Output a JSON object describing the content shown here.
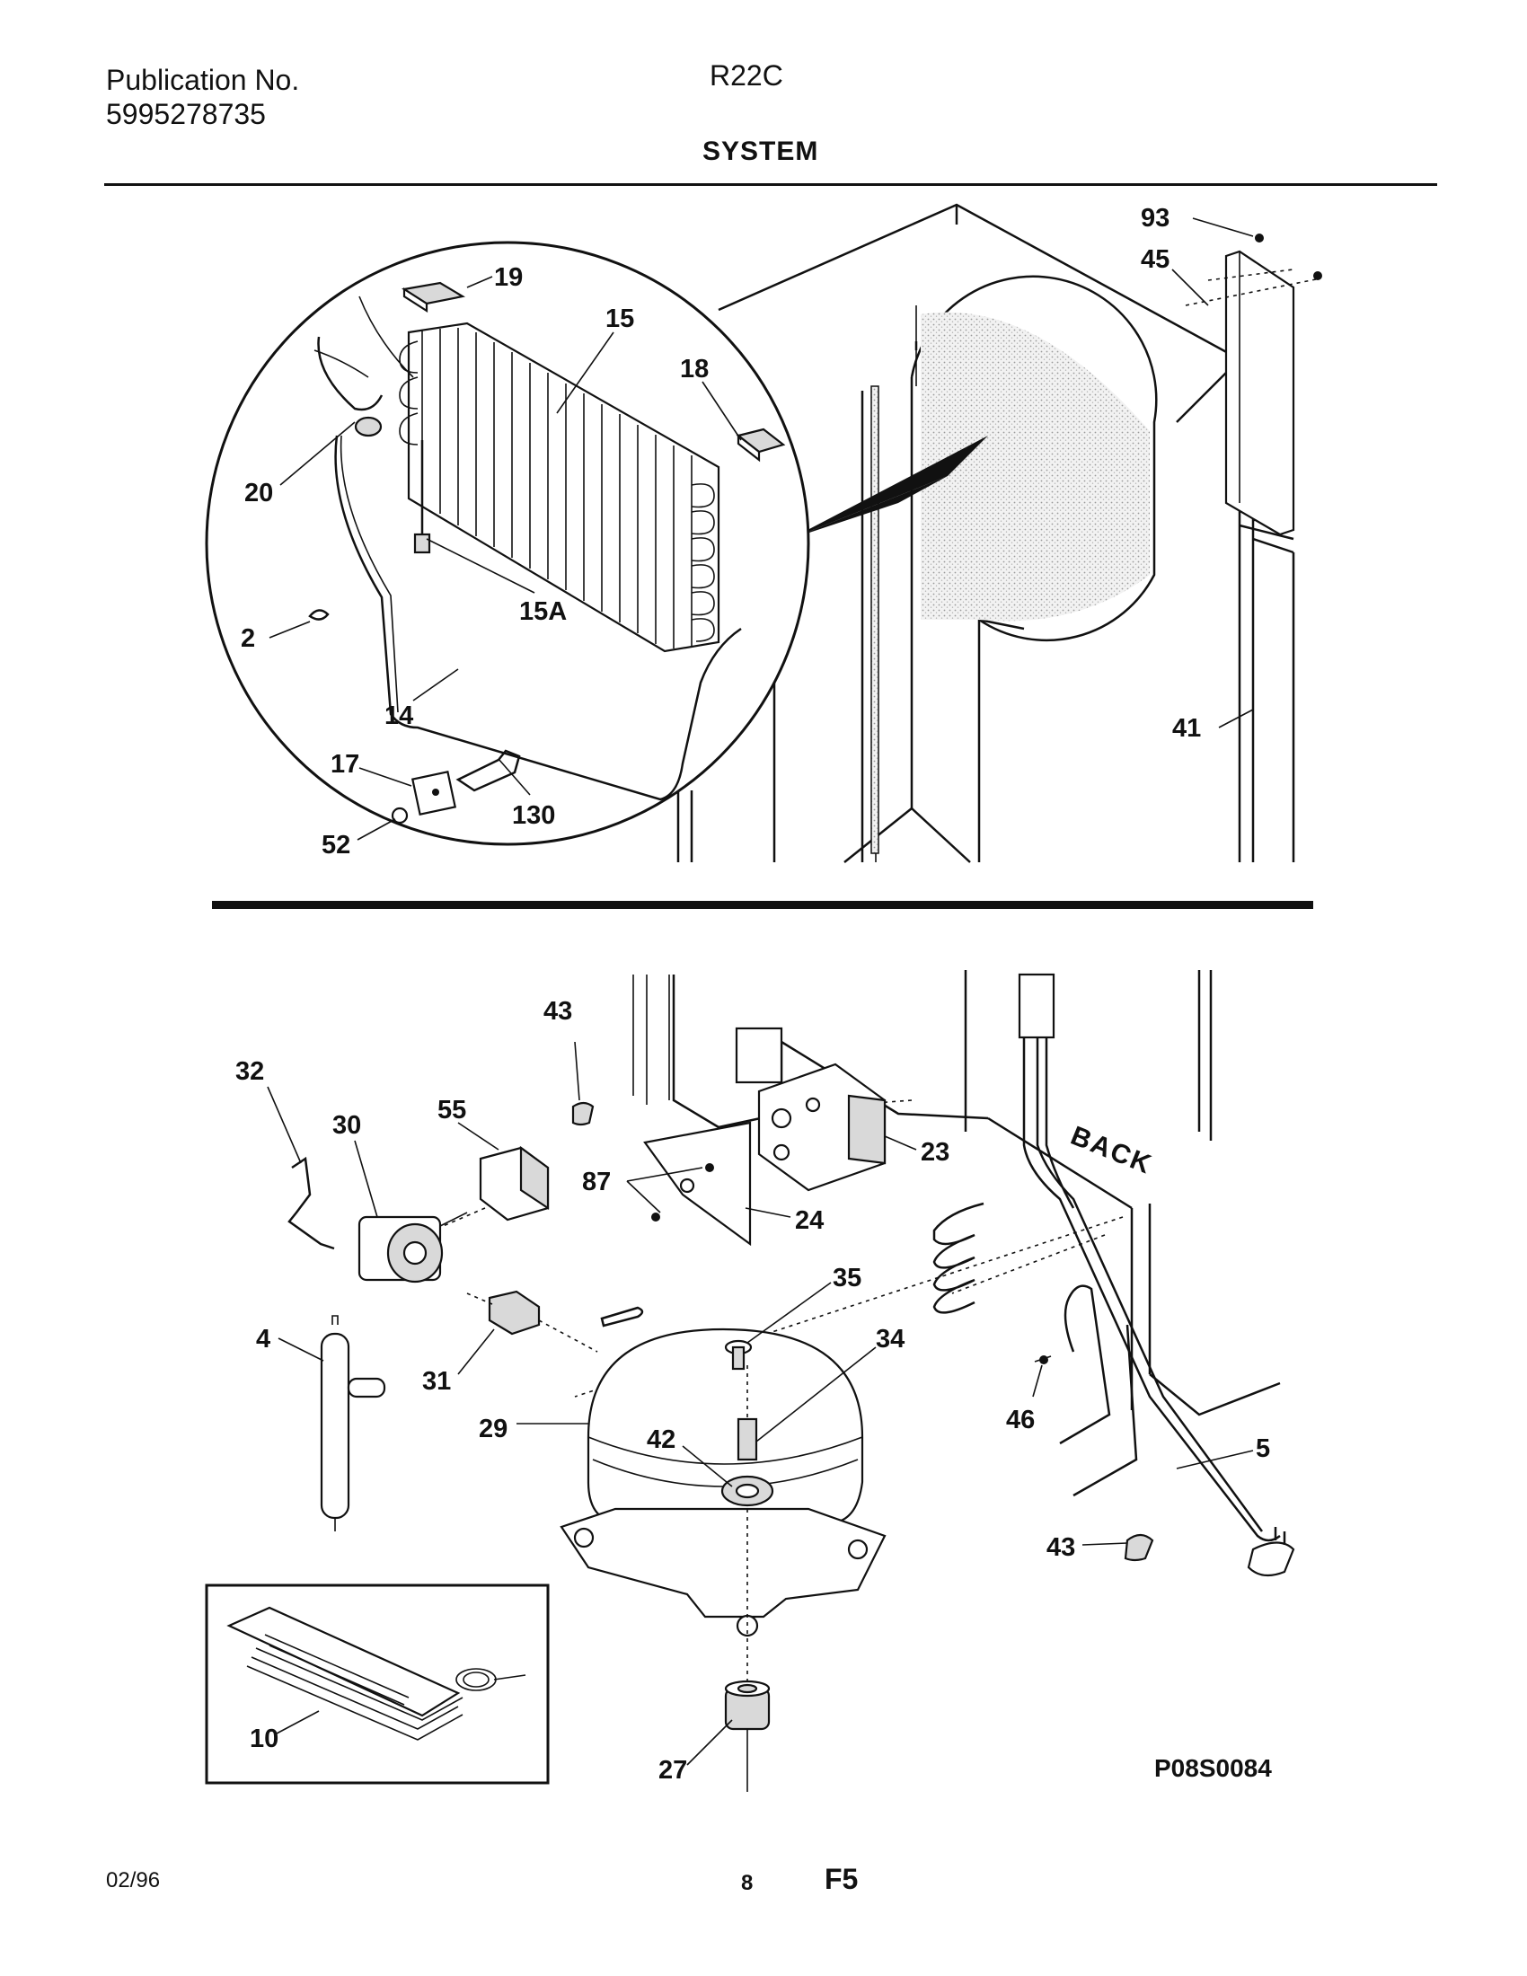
{
  "header": {
    "publication_label": "Publication No.",
    "publication_number": "5995278735",
    "model": "R22C",
    "section_title": "SYSTEM"
  },
  "callouts": {
    "c93": "93",
    "c45": "45",
    "c19": "19",
    "c15": "15",
    "c18": "18",
    "c20": "20",
    "c15a": "15A",
    "c2": "2",
    "c14": "14",
    "c41": "41",
    "c17": "17",
    "c130": "130",
    "c52": "52",
    "c43a": "43",
    "c32": "32",
    "c30": "30",
    "c55": "55",
    "c87": "87",
    "c23": "23",
    "c24": "24",
    "c35": "35",
    "c4": "4",
    "c34": "34",
    "c31": "31",
    "c29": "29",
    "c42": "42",
    "c46": "46",
    "c5": "5",
    "c43b": "43",
    "c10": "10",
    "c27": "27"
  },
  "labels": {
    "back": "BACK",
    "drawing_id": "P08S0084"
  },
  "footer": {
    "date": "02/96",
    "page": "8",
    "code": "F5"
  }
}
